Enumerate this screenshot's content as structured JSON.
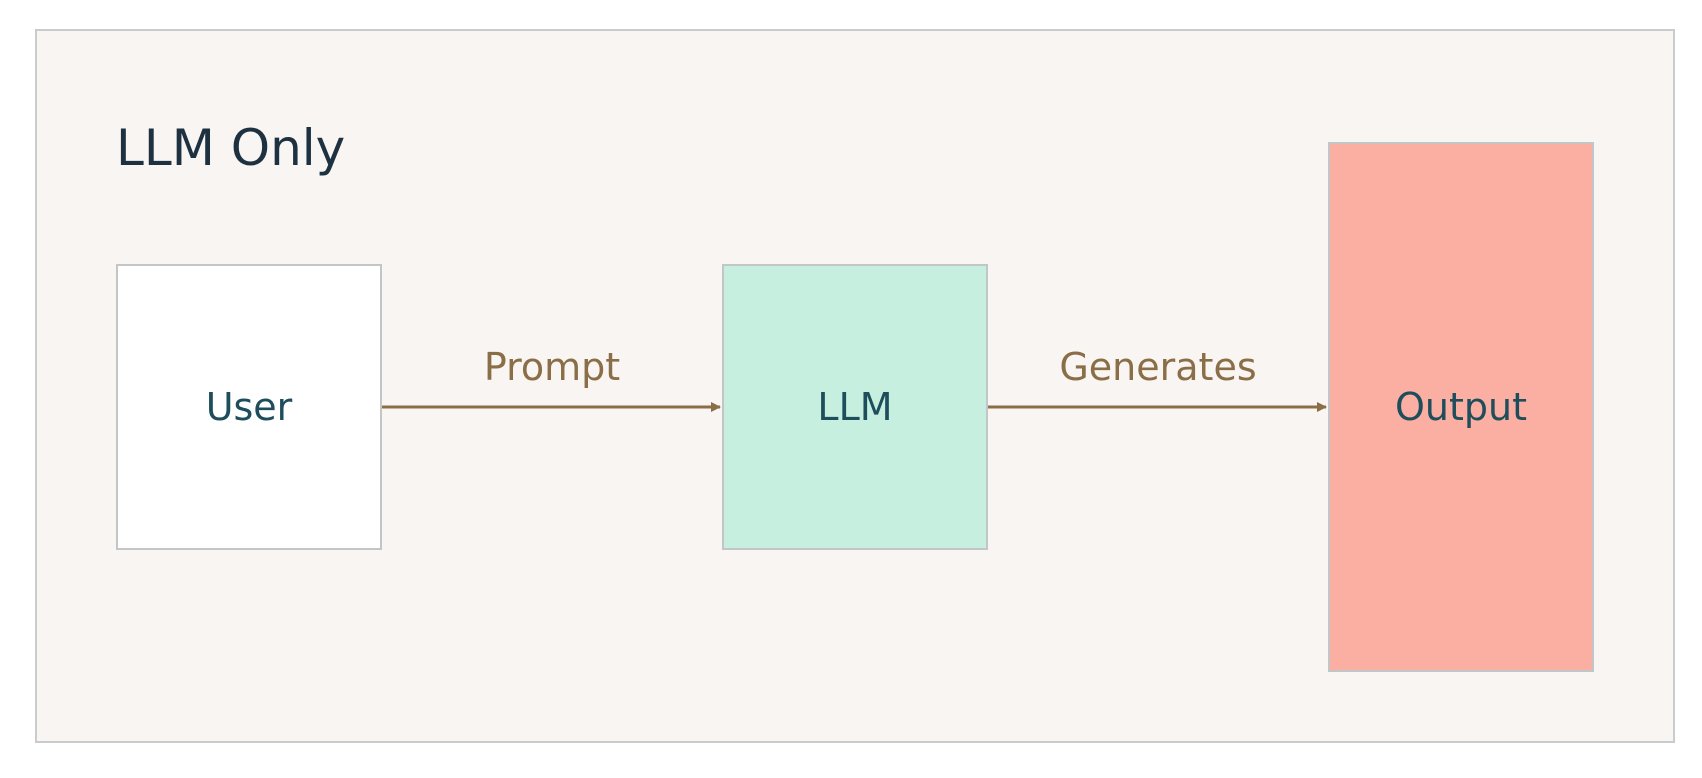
{
  "diagram": {
    "title": "LLM Only",
    "colors": {
      "frame_background": "#f9f5f2",
      "border": "#c9cccd",
      "title_text": "#1e3140",
      "node_text": "#1e4d5b",
      "edge": "#8a6e47"
    },
    "nodes": [
      {
        "id": "user",
        "label": "User",
        "fill": "#ffffff"
      },
      {
        "id": "llm",
        "label": "LLM",
        "fill": "#c6efdf"
      },
      {
        "id": "output",
        "label": "Output",
        "fill": "#fbafa3"
      }
    ],
    "edges": [
      {
        "from": "user",
        "to": "llm",
        "label": "Prompt"
      },
      {
        "from": "llm",
        "to": "output",
        "label": "Generates"
      }
    ]
  }
}
